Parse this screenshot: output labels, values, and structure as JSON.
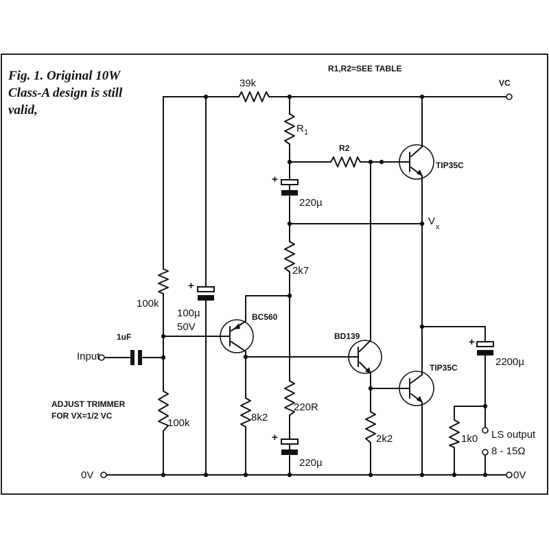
{
  "caption": [
    "Fig. 1. Original 10W",
    "Class-A design is still",
    "valid,"
  ],
  "note": "R1,R2=SEE TABLE",
  "supply_label": "VC",
  "ground_label_left": "0V",
  "ground_label_right": "0V",
  "input_label": "Input",
  "vx_label": "V",
  "vx_sub": "x",
  "components": {
    "r_39k": "39k",
    "r1": "R",
    "r1_sub": "1",
    "r2": "R2",
    "c_220u_top": "220µ",
    "r_2k7": "2k7",
    "r_100k_top": "100k",
    "c_100u_value": "100µ",
    "c_100u_voltage": "50V",
    "c_1u": "1uF",
    "r_100k_bottom": "100k",
    "r_8k2": "8k2",
    "r_220r": "220R",
    "c_220u_bottom": "220µ",
    "r_2k2": "2k2",
    "r_1k0": "1k0",
    "c_2200u": "2200µ",
    "q_bc560": "BC560",
    "q_bd139": "BD139",
    "q_tip35c_top": "TIP35C",
    "q_tip35c_bottom": "TIP35C"
  },
  "ls_output": [
    "LS output",
    "8 - 15Ω"
  ],
  "adjust_note": [
    "ADJUST TRIMMER",
    "FOR VX=1/2 VC"
  ]
}
